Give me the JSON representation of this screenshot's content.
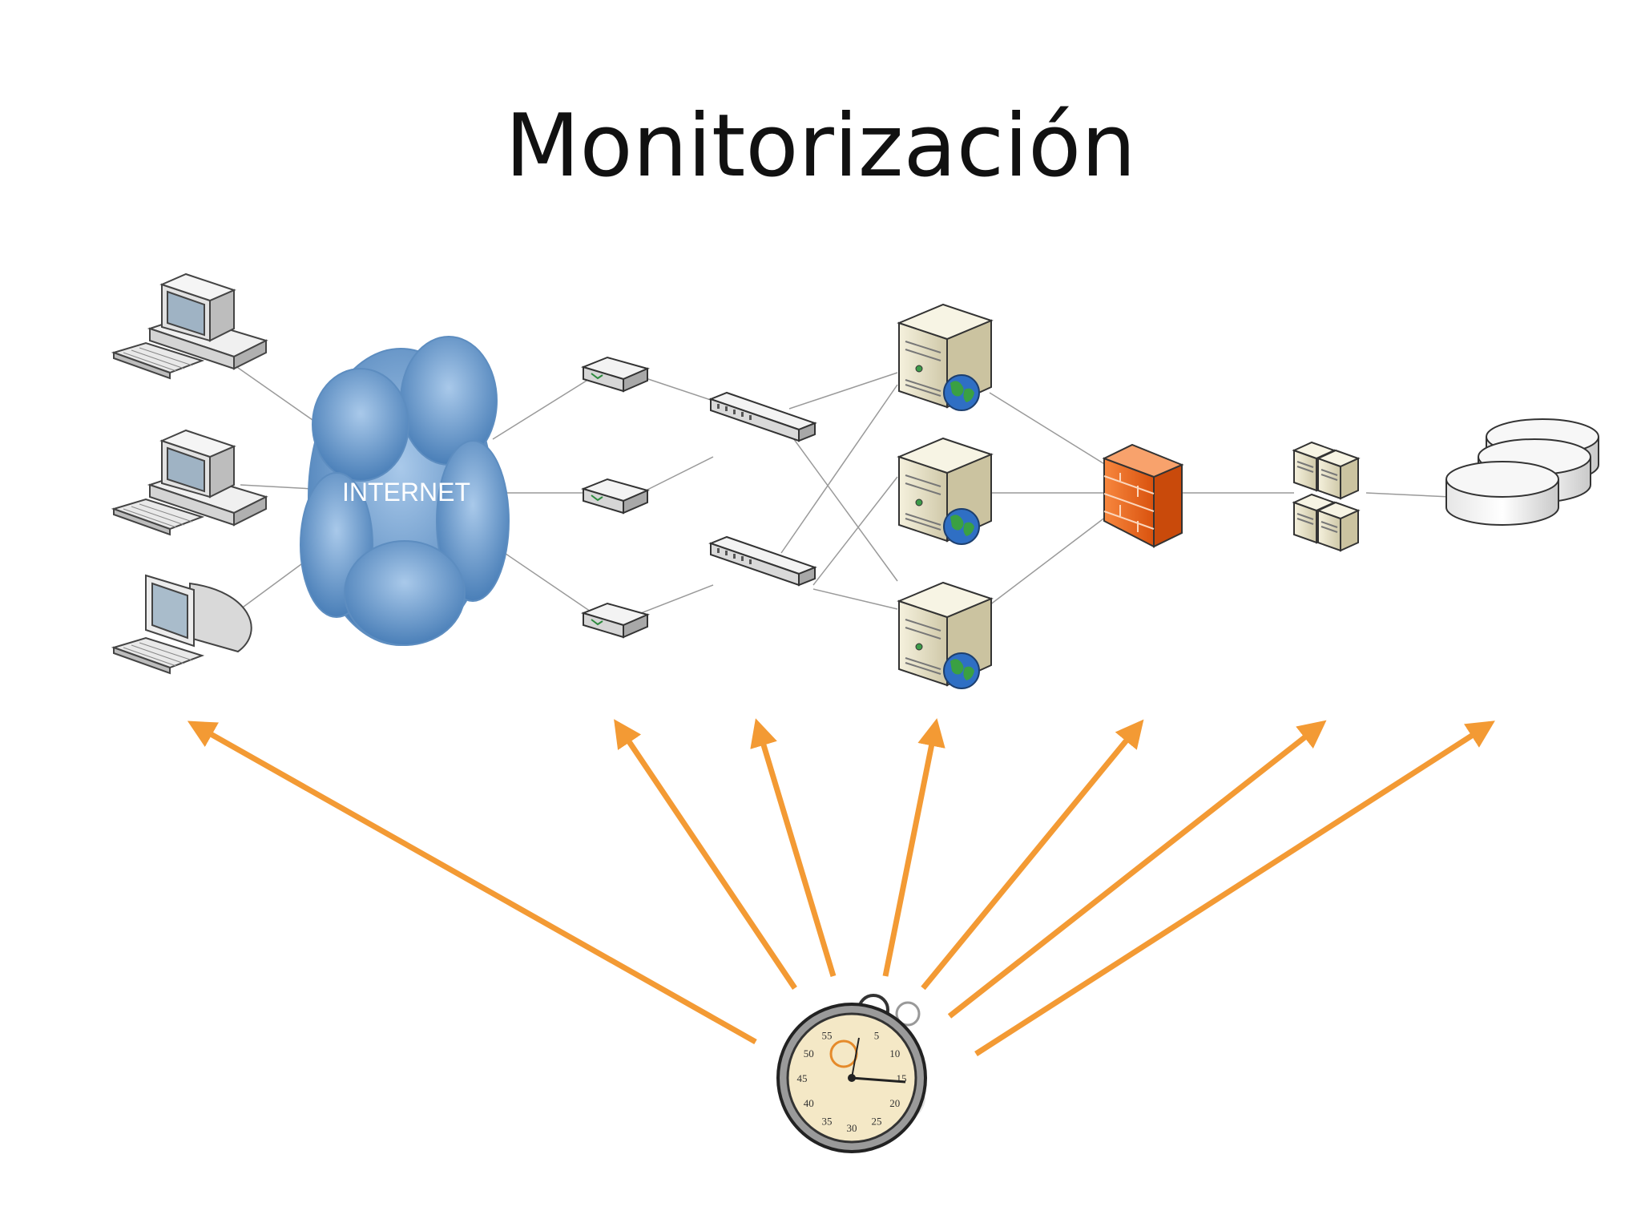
{
  "title": "Monitorización",
  "internet_label": "INTERNET",
  "stopwatch_dial": [
    "5",
    "10",
    "15",
    "20",
    "25",
    "30",
    "35",
    "40",
    "45",
    "50",
    "55"
  ],
  "colors": {
    "arrow": "#f39a34",
    "cloud": "#6f9ed0",
    "server": "#ece7cf",
    "firewall": "#f26b21",
    "link": "#9a9a9a"
  },
  "icons": [
    "pc-icon",
    "crt-monitor-icon",
    "cloud-icon",
    "modem-icon",
    "switch-icon",
    "web-server-icon",
    "firewall-icon",
    "server-cluster-icon",
    "database-icon",
    "stopwatch-icon"
  ]
}
